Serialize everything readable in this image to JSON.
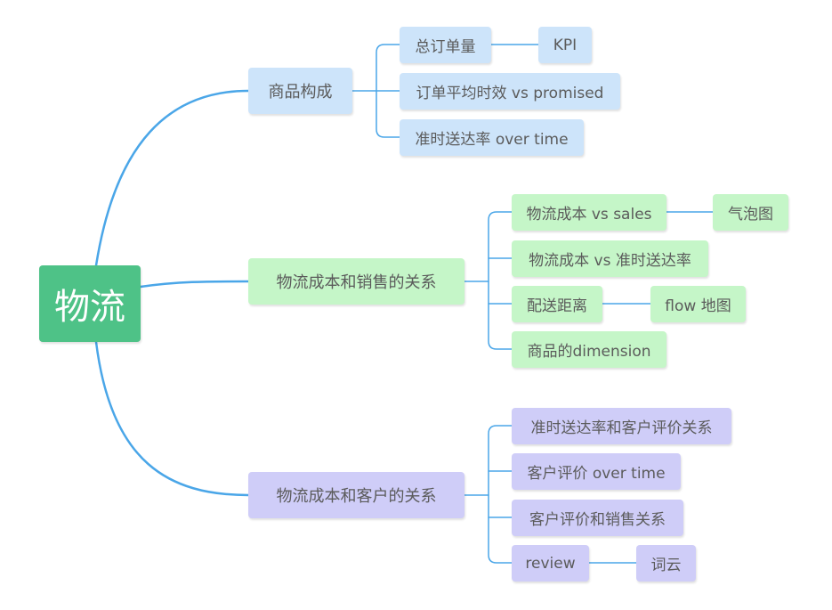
{
  "mindmap": {
    "root": {
      "label": "物流"
    },
    "branches": [
      {
        "label": "商品构成",
        "color": "#cde4fa",
        "children": [
          {
            "label": "总订单量",
            "children": [
              {
                "label": "KPI"
              }
            ]
          },
          {
            "label": "订单平均时效 vs promised"
          },
          {
            "label": "准时送达率 over time"
          }
        ]
      },
      {
        "label": "物流成本和销售的关系",
        "color": "#c5f6c8",
        "children": [
          {
            "label": "物流成本 vs sales",
            "children": [
              {
                "label": "气泡图"
              }
            ]
          },
          {
            "label": "物流成本 vs 准时送达率"
          },
          {
            "label": "配送距离",
            "children": [
              {
                "label": "flow 地图"
              }
            ]
          },
          {
            "label": "商品的dimension"
          }
        ]
      },
      {
        "label": "物流成本和客户的关系",
        "color": "#cfcdf8",
        "children": [
          {
            "label": "准时送达率和客户评价关系"
          },
          {
            "label": "客户评价 over time"
          },
          {
            "label": "客户评价和销售关系"
          },
          {
            "label": "review",
            "children": [
              {
                "label": "词云"
              }
            ]
          }
        ]
      }
    ],
    "root_color": "#4ec287",
    "line_color": "#4aa6e8"
  }
}
